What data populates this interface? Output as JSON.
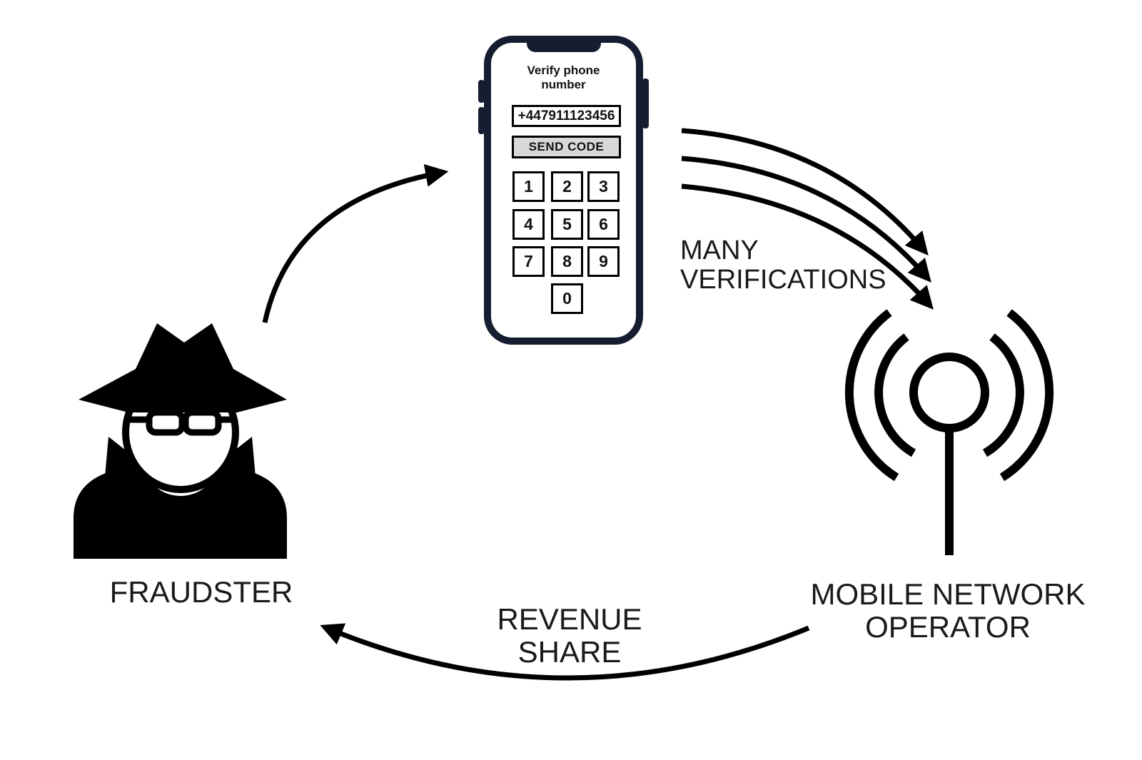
{
  "entities": {
    "fraudster": {
      "label": "FRAUDSTER",
      "icon": "spy-icon"
    },
    "mobile_network_operator": {
      "label": "MOBILE NETWORK OPERATOR",
      "icon": "cell-tower-icon"
    }
  },
  "flows": {
    "many_verifications": "MANY VERIFICATIONS",
    "revenue_share": "REVENUE SHARE",
    "verification_arrow_count": 3
  },
  "phone": {
    "heading": "Verify phone number",
    "number_value": "+447911123456",
    "send_button": "SEND CODE",
    "keypad": [
      "1",
      "2",
      "3",
      "4",
      "5",
      "6",
      "7",
      "8",
      "9",
      "0"
    ]
  },
  "colors": {
    "background": "#ffffff",
    "phone_frame": "#161d31",
    "send_button_bg": "#d8d8d8",
    "ink": "#000000",
    "label_text": "#1a1a1a"
  }
}
